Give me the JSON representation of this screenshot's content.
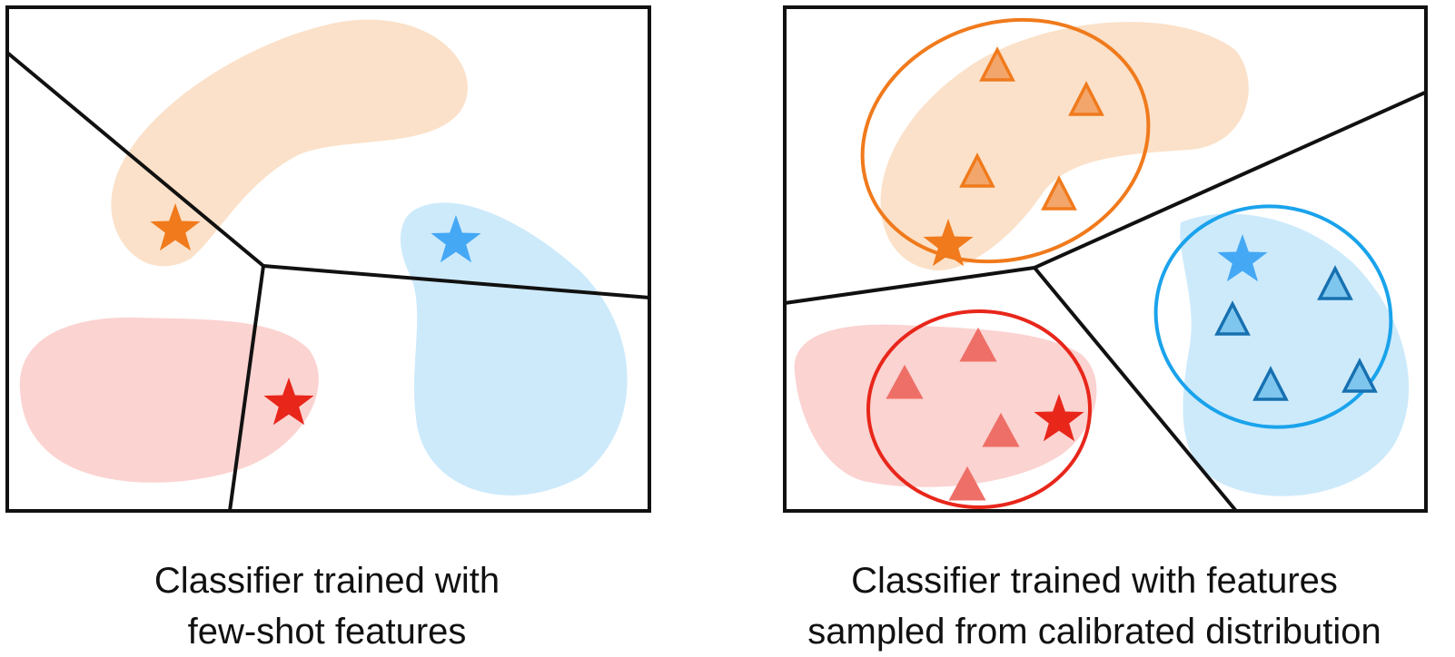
{
  "captions": {
    "left": {
      "line1": "Classifier trained with",
      "line2": "few-shot features"
    },
    "right": {
      "line1": "Classifier trained with features",
      "line2": "sampled from calibrated distribution"
    }
  },
  "colors": {
    "orange": "#f07a1c",
    "orange_region": "#fbe1c9",
    "blue": "#45a8f5",
    "blue_region": "#cdeafb",
    "blue_ellipse": "#1aa3ec",
    "blue_triangle_stroke": "#1670b0",
    "blue_triangle_fill": "#7fc6ee",
    "red": "#e8261a",
    "red_region": "#fbd3d1",
    "red_triangle_fill": "#ee6f67",
    "orange_triangle_fill": "#f3a66b",
    "boundary": "#111111",
    "frame": "#111111"
  }
}
